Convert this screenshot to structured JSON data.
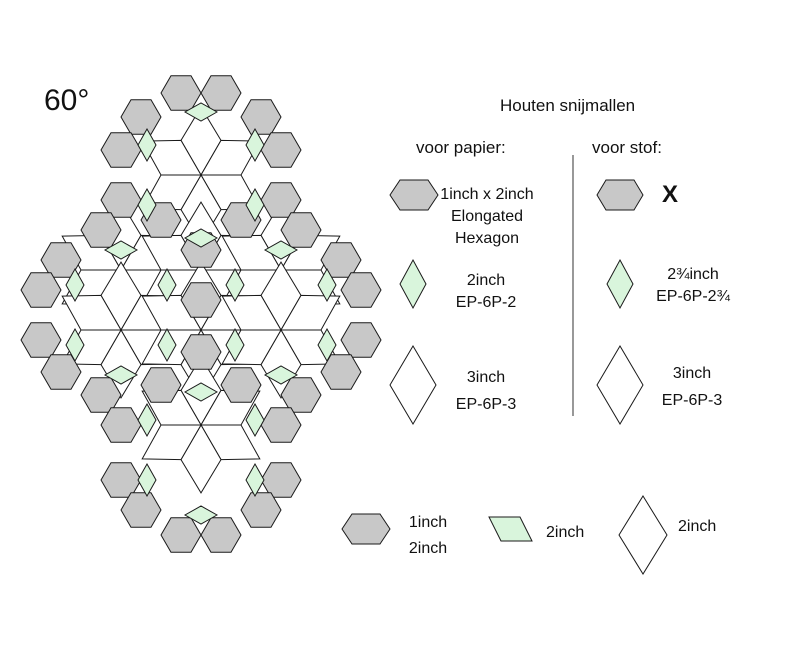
{
  "diagram": {
    "angle_label": "60°",
    "title": "Houten snijmallen",
    "paper_column": {
      "heading": "voor papier:",
      "items": [
        {
          "shape": "elongated-hexagon",
          "lines": [
            "1inch x 2inch",
            "Elongated",
            "Hexagon"
          ]
        },
        {
          "shape": "green-diamond",
          "lines": [
            "2inch",
            "EP-6P-2"
          ]
        },
        {
          "shape": "white-diamond",
          "lines": [
            "3inch",
            "EP-6P-3"
          ]
        }
      ]
    },
    "fabric_column": {
      "heading": "voor stof:",
      "items": [
        {
          "shape": "elongated-hexagon",
          "lines": [
            "X"
          ]
        },
        {
          "shape": "green-diamond",
          "lines": [
            "2¾inch",
            "EP-6P-2¾"
          ]
        },
        {
          "shape": "white-diamond",
          "lines": [
            "3inch",
            "EP-6P-3"
          ]
        }
      ]
    },
    "legend": [
      {
        "shape": "gray-hexagon",
        "lines": [
          "1inch",
          "2inch"
        ]
      },
      {
        "shape": "green-parallelogram",
        "lines": [
          "2inch"
        ]
      },
      {
        "shape": "white-diamond",
        "lines": [
          "2inch"
        ]
      }
    ],
    "colors": {
      "gray": "#c8c8c8",
      "green": "#d9f5dc",
      "white": "#ffffff",
      "stroke": "#1a1a1a"
    }
  }
}
